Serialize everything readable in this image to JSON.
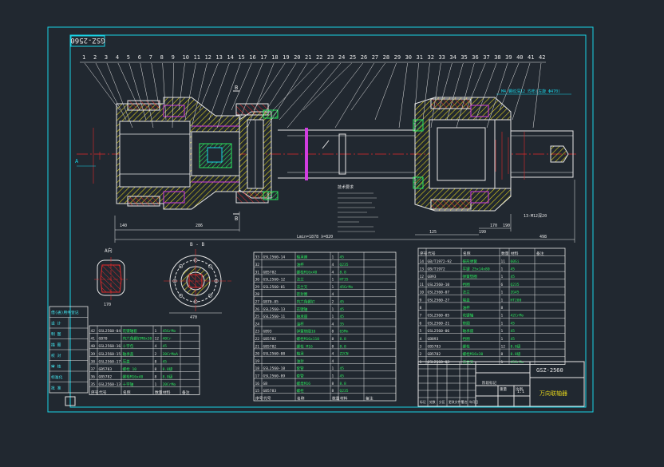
{
  "colors": {
    "background": "#212830",
    "frame": "#19d3e6",
    "outline": "#e6e6e6",
    "hatch": "#e1d21c",
    "red": "#e32a2a",
    "magenta": "#d13de0",
    "green": "#2ce65e",
    "cyan_text": "#45e6f0"
  },
  "drawing": {
    "drawing_no_rotated": "GSZ-2560",
    "balloons_top": [
      "1",
      "2",
      "3",
      "4",
      "5",
      "6",
      "7",
      "8",
      "9",
      "10",
      "11",
      "12",
      "13",
      "14",
      "15",
      "16",
      "17",
      "18",
      "19",
      "20",
      "21",
      "22",
      "23",
      "24",
      "25",
      "26",
      "27",
      "28",
      "29",
      "30",
      "31",
      "32",
      "33",
      "34",
      "35",
      "36",
      "37",
      "38",
      "39",
      "40",
      "41",
      "42"
    ],
    "dims": {
      "d1": "140",
      "d2": "286",
      "d3": "125",
      "d4": "199",
      "d5": "170",
      "d6": "498",
      "d7": "190",
      "d8": "13-M12深20",
      "lmin": "Lmin=1878 λ=820",
      "b": "B",
      "bb": "B - B",
      "aa": "A向",
      "a": "A",
      "w1": "170",
      "w2": "470"
    },
    "notes_title": "技术要求",
    "drawing_title": "GSZ-2560",
    "part_name": "万向联轴器",
    "scale_label": "1:1"
  },
  "bom_left": {
    "rows": [
      [
        "42",
        "GSL2560-04",
        "花键轴套",
        "1",
        "45GrMo",
        ""
      ],
      [
        "41",
        "GB70",
        "内六角螺钉M8x30",
        "12",
        "40Cr",
        ""
      ],
      [
        "40",
        "GSL2560-16",
        "十字包",
        "4",
        "45",
        ""
      ],
      [
        "39",
        "GSL2560-15",
        "轴承盖",
        "2",
        "20CrMoA",
        ""
      ],
      [
        "38",
        "GSL2560-17",
        "压盖",
        "8",
        "45",
        ""
      ],
      [
        "37",
        "GB5783",
        "螺栓 10",
        "8",
        "8.8级",
        ""
      ],
      [
        "36",
        "GB5782",
        "螺栓M16x40",
        "8",
        "8.8级",
        ""
      ],
      [
        "35",
        "GSL2560-13",
        "十字轴",
        "1",
        "20CrMo",
        ""
      ]
    ],
    "header": [
      "序号",
      "代号",
      "名称",
      "数量",
      "材料",
      "备注"
    ]
  },
  "bom_mid": {
    "rows": [
      [
        "33",
        "GSL2560-14",
        "轴承座",
        "1",
        "45",
        ""
      ],
      [
        "32",
        "",
        "油杯",
        "4",
        "Q235",
        ""
      ],
      [
        "31",
        "GB5782",
        "螺栓M16x40",
        "4",
        "8.8",
        ""
      ],
      [
        "30",
        "GSL2560-12",
        "法兰",
        "1",
        "HT35",
        ""
      ],
      [
        "29",
        "GSL2560-01",
        "法兰叉",
        "1",
        "45GrMo",
        ""
      ],
      [
        "28",
        "",
        "密封圈",
        "4",
        "",
        ""
      ],
      [
        "27",
        "GB70-85",
        "内六角螺钉",
        "2",
        "45",
        ""
      ],
      [
        "26",
        "GSL2560-13",
        "花键轴",
        "1",
        "45",
        ""
      ],
      [
        "25",
        "GSL2560-11",
        "轴承座",
        "1",
        "45",
        ""
      ],
      [
        "24",
        "",
        "油杯",
        "4",
        "35",
        ""
      ],
      [
        "23",
        "GB93",
        "弹簧垫圈16",
        "8",
        "65Mn",
        ""
      ],
      [
        "22",
        "GB5782",
        "螺栓M16x110",
        "8",
        "8.8",
        ""
      ],
      [
        "21",
        "GB5782",
        "螺栓 M16",
        "8",
        "8.8",
        ""
      ],
      [
        "20",
        "GSL2560-08",
        "轴承",
        "4",
        "Z2CN",
        ""
      ],
      [
        "19",
        "",
        "油封",
        "4",
        "",
        ""
      ],
      [
        "18",
        "GSL2560-18",
        "套管",
        "1",
        "45",
        ""
      ],
      [
        "17",
        "GSL2560-09",
        "套管",
        "1",
        "45",
        ""
      ],
      [
        "16",
        "GB",
        "螺母M16",
        "8",
        "8.8",
        ""
      ],
      [
        "15",
        "GB5783",
        "螺栓",
        "8",
        "Q235",
        ""
      ]
    ],
    "header": [
      "序号",
      "代号",
      "名称",
      "数量",
      "材料",
      "备注"
    ]
  },
  "bom_right": {
    "rows": [
      [
        "14",
        "GB/T1972-92",
        "碟形弹簧",
        "11",
        "60Si",
        ""
      ],
      [
        "13",
        "GB/T1972",
        "平键 25x14x80",
        "1",
        "45",
        ""
      ],
      [
        "12",
        "GB93",
        "弹簧垫圈",
        "1",
        "45",
        ""
      ],
      [
        "11",
        "GSL2560-10",
        "挡圈",
        "6",
        "Q235",
        ""
      ],
      [
        "10",
        "GSL2560-07",
        "法兰",
        "1",
        "ZG45",
        ""
      ],
      [
        "9",
        "GSL2560-27",
        "端盖",
        "1",
        "HT200",
        ""
      ],
      [
        "8",
        "",
        "油杯",
        "8",
        "",
        ""
      ],
      [
        "7",
        "GSL2560-05",
        "花键轴",
        "1",
        "42CrMo",
        ""
      ],
      [
        "6",
        "GSL2560-21",
        "垫圈",
        "1",
        "45",
        ""
      ],
      [
        "5",
        "GSL2560-06",
        "轴承座",
        "1",
        "45",
        ""
      ],
      [
        "4",
        "GB893",
        "挡圈",
        "1",
        "45",
        ""
      ],
      [
        "3",
        "GB5783",
        "螺栓",
        "12",
        "8.8级",
        ""
      ],
      [
        "2",
        "GB5782",
        "螺栓M16x30",
        "8",
        "8.8级",
        ""
      ],
      [
        "1",
        "GSL2560-03",
        "法兰叉",
        "1",
        "45GrMo",
        ""
      ]
    ],
    "header": [
      "序号",
      "代号",
      "名称",
      "数量",
      "材料",
      "备注"
    ]
  },
  "title_block": {
    "left_labels": [
      "借(通)用件登记",
      "设 计",
      "制 图",
      "描 图",
      "校 对",
      "审 核",
      "标准化",
      "批 准"
    ],
    "drawing_no": "GSZ-2560",
    "name": "万向联轴器",
    "scale": "1:1",
    "headers": [
      "标记",
      "处数",
      "分区",
      "更改文件号",
      "签名",
      "年月日"
    ],
    "mid_labels": [
      "阶段标记",
      "重量",
      "比例"
    ]
  }
}
